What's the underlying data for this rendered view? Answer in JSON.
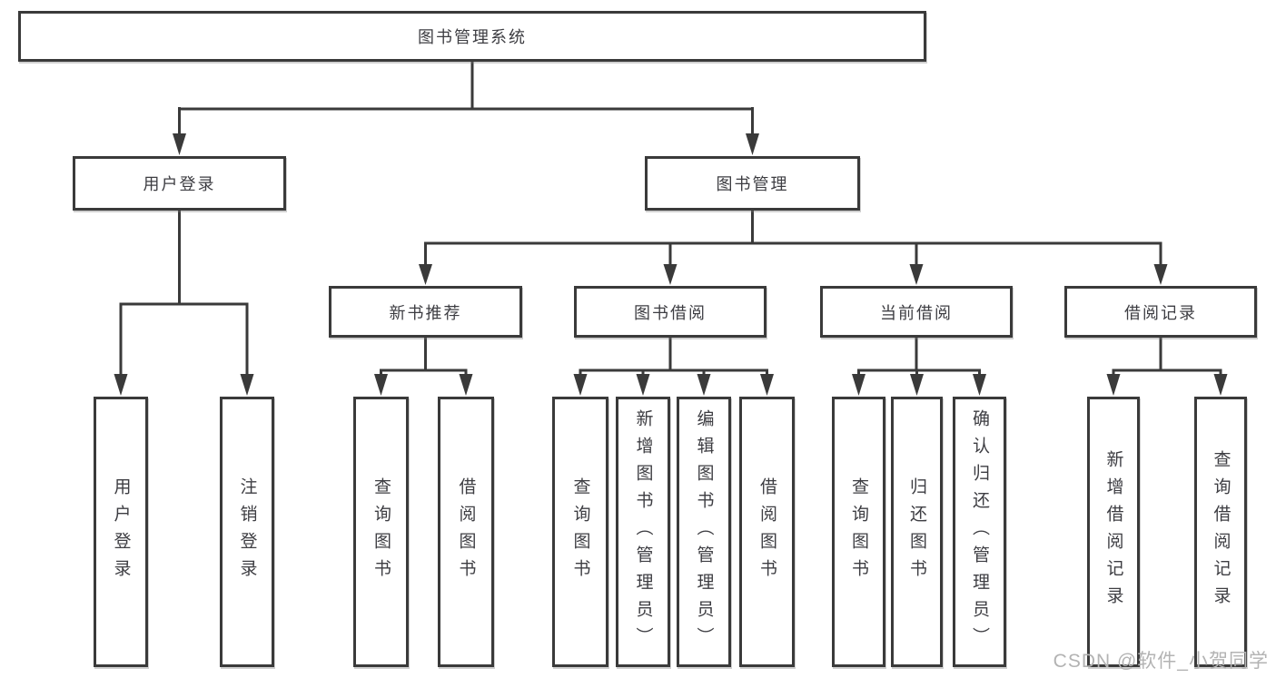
{
  "colors": {
    "line": "#3a3a3a",
    "text": "#3d3d42",
    "watermark": "#b3b3b3",
    "background": "#ffffff"
  },
  "watermark": "CSDN @软件_小贺同学",
  "diagram": {
    "type": "hierarchy-tree",
    "root": {
      "label": "图书管理系统"
    },
    "children": [
      {
        "label": "用户登录",
        "leaves": [
          "用户登录",
          "注销登录"
        ]
      },
      {
        "label": "图书管理",
        "groups": [
          {
            "label": "新书推荐",
            "leaves": [
              "查询图书",
              "借阅图书"
            ]
          },
          {
            "label": "图书借阅",
            "leaves": [
              "查询图书",
              "新增图书（管理员）",
              "编辑图书（管理员）",
              "借阅图书"
            ]
          },
          {
            "label": "当前借阅",
            "leaves": [
              "查询图书",
              "归还图书",
              "确认归还（管理员）"
            ]
          },
          {
            "label": "借阅记录",
            "leaves": [
              "新增借阅记录",
              "查询借阅记录"
            ]
          }
        ]
      }
    ]
  }
}
